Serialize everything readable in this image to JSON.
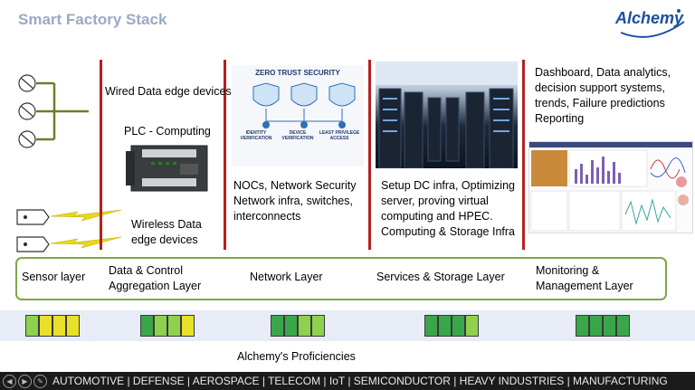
{
  "slide": {
    "title": "Smart Factory Stack",
    "logo": "Alchemy"
  },
  "columns": {
    "wired": "Wired Data edge devices",
    "plc": "PLC - Computing",
    "wireless_line1": "Wireless Data",
    "wireless_line2": "edge devices",
    "zero_trust_title": "ZERO TRUST SECURITY",
    "zt_items": [
      "IDENTITY VERIFICATION",
      "DEVICE VERIFICATION",
      "LEAST PRIVILEGE ACCESS"
    ],
    "network_line1": "NOCs, Network Security",
    "network_line2": "Network infra, switches,",
    "network_line3": "interconnects",
    "dc_line1": "Setup DC infra, Optimizing",
    "dc_line2": "server, proving virtual",
    "dc_line3": "computing and HPEC.",
    "dc_line4": "Computing & Storage Infra",
    "mon_line1": "Dashboard, Data analytics,",
    "mon_line2": "decision support systems,",
    "mon_line3": "trends, Failure predictions",
    "mon_line4": "Reporting"
  },
  "layers": {
    "sensor": "Sensor layer",
    "dc_line1": "Data & Control",
    "dc_line2": "Aggregation Layer",
    "network": "Network Layer",
    "services": "Services & Storage Layer",
    "mon_line1": "Monitoring &",
    "mon_line2": "Management Layer"
  },
  "proficiency": {
    "label": "Alchemy's Proficiencies",
    "groups": [
      [
        "#8fd14f",
        "#e8e02a",
        "#e8e02a",
        "#e8e02a"
      ],
      [
        "#3aa64a",
        "#8fd14f",
        "#8fd14f",
        "#e8e02a"
      ],
      [
        "#3aa64a",
        "#3aa64a",
        "#8fd14f",
        "#8fd14f"
      ],
      [
        "#3aa64a",
        "#3aa64a",
        "#3aa64a",
        "#8fd14f"
      ],
      [
        "#3aa64a",
        "#3aa64a",
        "#3aa64a",
        "#3aa64a"
      ]
    ]
  },
  "footer": {
    "industries": "AUTOMOTIVE  | DEFENSE | AEROSPACE | TELECOM | IoT | SEMICONDUCTOR | HEAVY INDUSTRIES | MANUFACTURING"
  },
  "colors": {
    "accent": "#b52020",
    "frame": "#7fa64a",
    "title": "#9aa9c7"
  }
}
